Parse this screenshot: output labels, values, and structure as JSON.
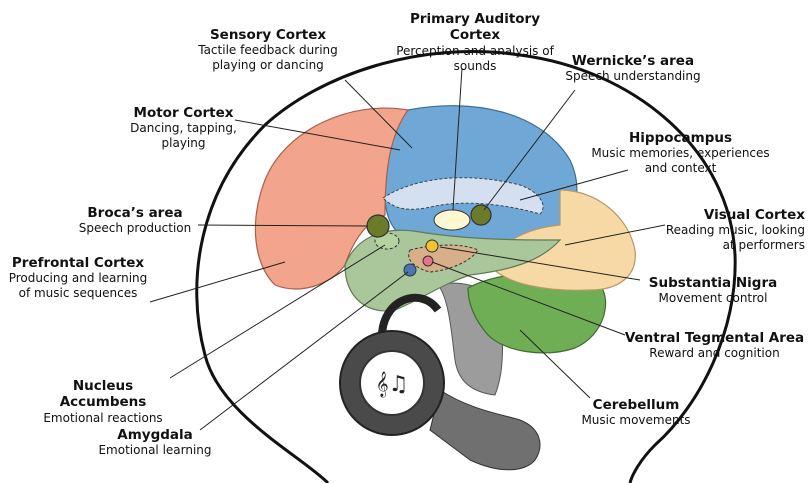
{
  "labels": {
    "sensory": {
      "title": "Sensory Cortex",
      "desc": "Tactile feedback during playing or dancing"
    },
    "auditory": {
      "title": "Primary Auditory Cortex",
      "desc": "Perception and analysis of sounds"
    },
    "wernicke": {
      "title": "Wernicke’s area",
      "desc": "Speech understanding"
    },
    "motor": {
      "title": "Motor Cortex",
      "desc": "Dancing, tapping, playing"
    },
    "hippocampus": {
      "title": "Hippocampus",
      "desc": "Music memories, experiences and context"
    },
    "broca": {
      "title": "Broca’s area",
      "desc": "Speech production"
    },
    "visual": {
      "title": "Visual Cortex",
      "desc": "Reading music, looking at performers"
    },
    "prefrontal": {
      "title": "Prefrontal Cortex",
      "desc": "Producing and learning of music sequences"
    },
    "nigra": {
      "title": "Substantia Nigra",
      "desc": "Movement control"
    },
    "vta": {
      "title": "Ventral Tegmental Area",
      "desc": "Reward and cognition"
    },
    "accumbens": {
      "title": "Nucleus Accumbens",
      "desc": "Emotional reactions"
    },
    "amygdala": {
      "title": "Amygdala",
      "desc": "Emotional learning"
    },
    "cerebellum": {
      "title": "Cerebellum",
      "desc": "Music movements"
    }
  },
  "colors": {
    "frontal": "#f2a48c",
    "parietal_temporal": "#6fa8d6",
    "occipital": "#f6d9a4",
    "limbic": "#a9c79a",
    "cerebellum": "#6fae55",
    "brainstem": "#9c9c9c",
    "headphones": "#6d6d6d"
  },
  "icons": [
    "music-notes-icon"
  ]
}
